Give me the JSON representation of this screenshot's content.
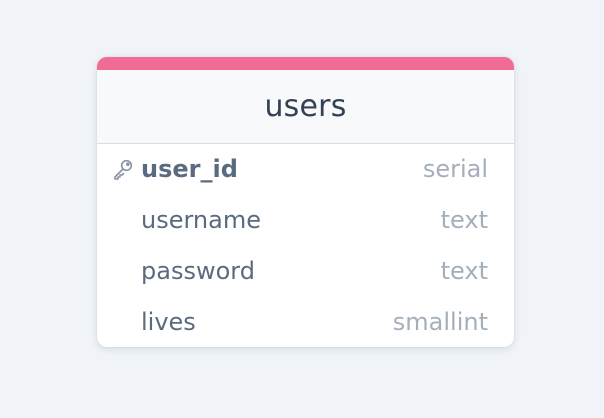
{
  "table": {
    "name": "users",
    "accent_color": "#f06b96",
    "columns": [
      {
        "name": "user_id",
        "type": "serial",
        "primary_key": true,
        "icon": "key-icon"
      },
      {
        "name": "username",
        "type": "text",
        "primary_key": false
      },
      {
        "name": "password",
        "type": "text",
        "primary_key": false
      },
      {
        "name": "lives",
        "type": "smallint",
        "primary_key": false
      }
    ]
  }
}
